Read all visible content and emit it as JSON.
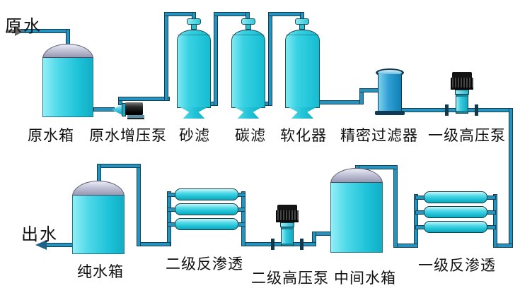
{
  "diagram": {
    "labels": {
      "raw_water": "原水",
      "raw_water_tank": "原水箱",
      "raw_water_booster_pump": "原水增压泵",
      "sand_filter": "砂滤",
      "carbon_filter": "碳滤",
      "softener": "软化器",
      "precision_filter": "精密过滤器",
      "stage1_hp_pump": "一级高压泵",
      "outlet_water": "出水",
      "pure_water_tank": "纯水箱",
      "stage2_ro": "二级反渗透",
      "stage2_hp_pump": "二级高压泵",
      "intermediate_tank": "中间水箱",
      "stage1_ro": "一级反渗透"
    },
    "colors": {
      "pipe": "#2493be",
      "pipe_edge": "#123f55",
      "equipment_cyan": "#2fd0e2",
      "tank_dome_gray": "#a9a9c2",
      "precision_filter_blue": "#2f9fd4",
      "pump_motor_black": "#1a1a1a",
      "background": "#ffffff",
      "label_text": "#111111"
    }
  }
}
